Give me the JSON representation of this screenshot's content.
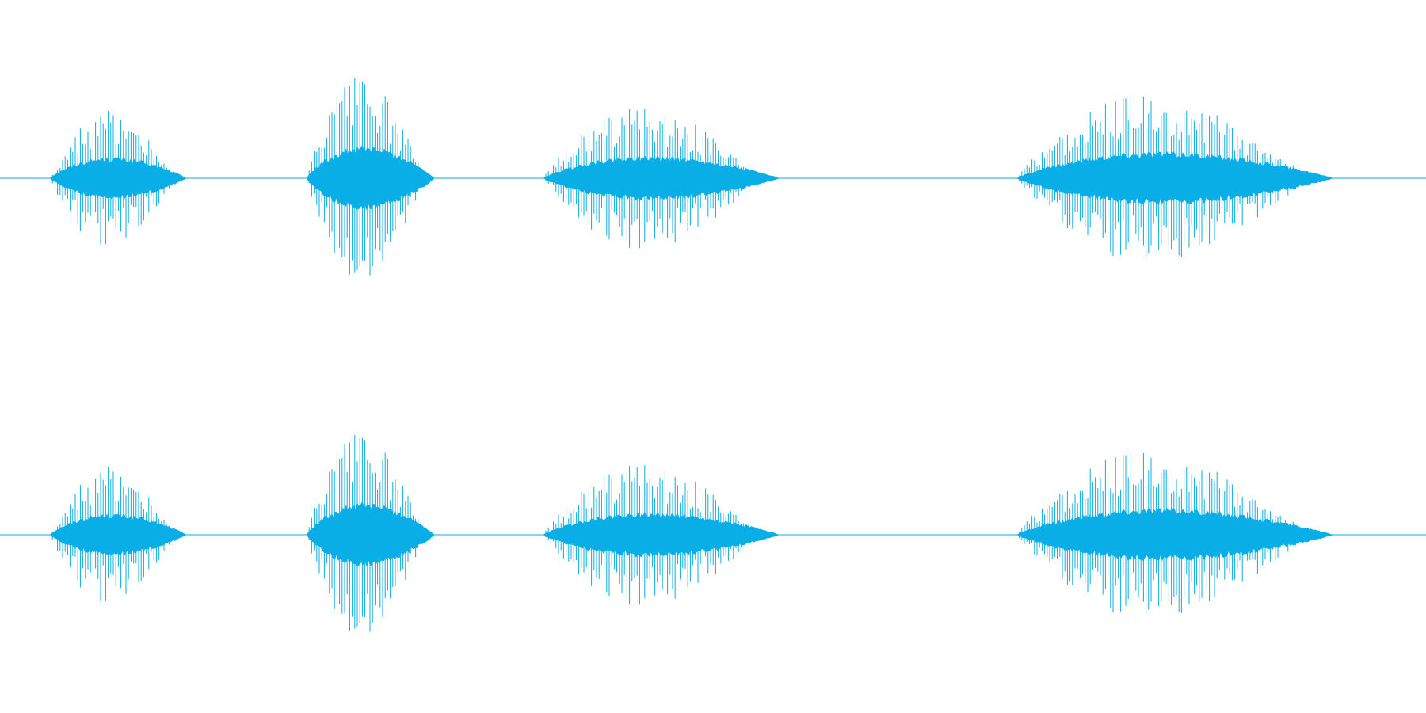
{
  "chart_data": {
    "type": "area",
    "description_visible_text": "",
    "time_axis": {
      "range": [
        0,
        1
      ]
    },
    "amplitude_axis": {
      "range": [
        -1,
        1
      ]
    },
    "grid": false,
    "legend": "none",
    "channels": [
      {
        "id": "channel-1",
        "segments": [
          {
            "start": 0.035,
            "end": 0.145,
            "peak_amplitude": 0.65
          },
          {
            "start": 0.215,
            "end": 0.318,
            "peak_amplitude": 0.99
          },
          {
            "start": 0.381,
            "end": 0.571,
            "peak_amplitude": 0.69
          },
          {
            "start": 0.713,
            "end": 0.968,
            "peak_amplitude": 0.81
          }
        ]
      },
      {
        "id": "channel-2",
        "segments": [
          {
            "start": 0.035,
            "end": 0.145,
            "peak_amplitude": 0.65
          },
          {
            "start": 0.215,
            "end": 0.318,
            "peak_amplitude": 0.99
          },
          {
            "start": 0.381,
            "end": 0.571,
            "peak_amplitude": 0.69
          },
          {
            "start": 0.713,
            "end": 0.968,
            "peak_amplitude": 0.81
          }
        ]
      }
    ],
    "colors": {
      "waveform": "#0aaee6",
      "background": "#ffffff"
    }
  }
}
